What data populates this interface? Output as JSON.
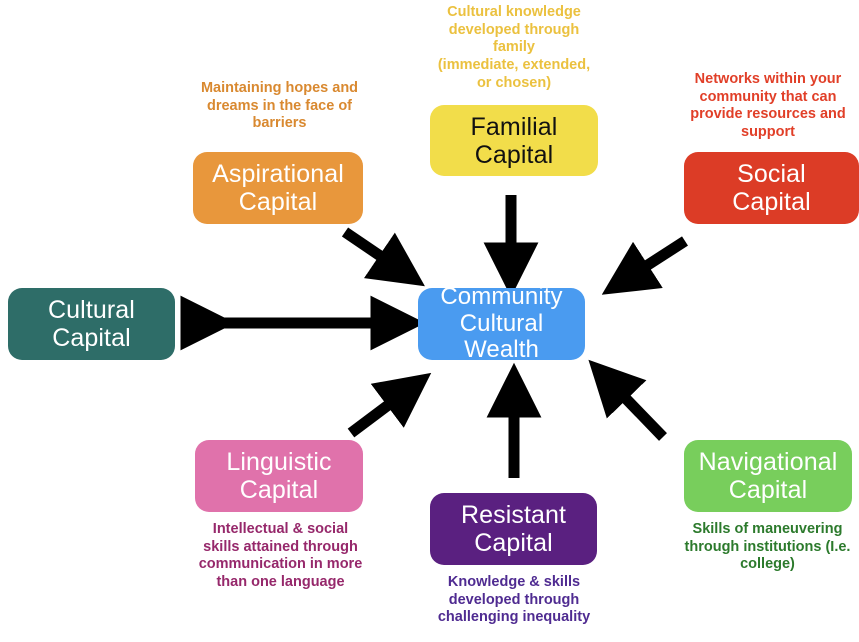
{
  "diagram": {
    "title": "Community Cultural Wealth",
    "background": "#ffffff",
    "arrow_color": "#000000",
    "center": {
      "label": "Community\nCultural Wealth",
      "fill": "#4a9bf0",
      "text_color": "#ffffff"
    },
    "nodes": [
      {
        "id": "aspirational",
        "label": "Aspirational\nCapital",
        "caption": "Maintaining hopes and\ndreams in the face of\nbarriers",
        "fill": "#e8973c",
        "text_color": "#ffffff",
        "caption_color": "#d98930",
        "caption_position": "above"
      },
      {
        "id": "familial",
        "label": "Familial\nCapital",
        "caption": "Cultural knowledge\ndeveloped through\nfamily\n(immediate, extended,\nor chosen)",
        "fill": "#f2dd4a",
        "text_color": "#111111",
        "caption_color": "#ebc13f",
        "caption_position": "above"
      },
      {
        "id": "social",
        "label": "Social\nCapital",
        "caption": "Networks within your\ncommunity that can\nprovide resources and\nsupport",
        "fill": "#dc3c26",
        "text_color": "#ffffff",
        "caption_color": "#e13f28",
        "caption_position": "above"
      },
      {
        "id": "cultural",
        "label": "Cultural\nCapital",
        "caption": "",
        "fill": "#2e6d68",
        "text_color": "#ffffff",
        "caption_color": "#2e6d68",
        "caption_position": "none"
      },
      {
        "id": "linguistic",
        "label": "Linguistic\nCapital",
        "caption": "Intellectual & social\nskills attained through\ncommunication in more\nthan one language",
        "fill": "#e072ab",
        "text_color": "#ffffff",
        "caption_color": "#96286b",
        "caption_position": "below"
      },
      {
        "id": "resistant",
        "label": "Resistant\nCapital",
        "caption": "Knowledge & skills\ndeveloped through\nchallenging inequality",
        "fill": "#5a2080",
        "text_color": "#ffffff",
        "caption_color": "#4f2b91",
        "caption_position": "below"
      },
      {
        "id": "navigational",
        "label": "Navigational\nCapital",
        "caption": "Skills of maneuvering\nthrough institutions (I.e.\ncollege)",
        "fill": "#78ce5c",
        "text_color": "#ffffff",
        "caption_color": "#2c7a2c",
        "caption_position": "below"
      }
    ],
    "arrows": [
      {
        "id": "aspirational-to-center",
        "direction": "down-right",
        "heads": 1
      },
      {
        "id": "familial-to-center",
        "direction": "down",
        "heads": 1
      },
      {
        "id": "social-to-center",
        "direction": "down-left",
        "heads": 1
      },
      {
        "id": "cultural-to-center",
        "direction": "horizontal",
        "heads": 2
      },
      {
        "id": "linguistic-to-center",
        "direction": "up-right",
        "heads": 1
      },
      {
        "id": "resistant-to-center",
        "direction": "up",
        "heads": 1
      },
      {
        "id": "navigational-to-center",
        "direction": "up-left",
        "heads": 1
      }
    ]
  }
}
